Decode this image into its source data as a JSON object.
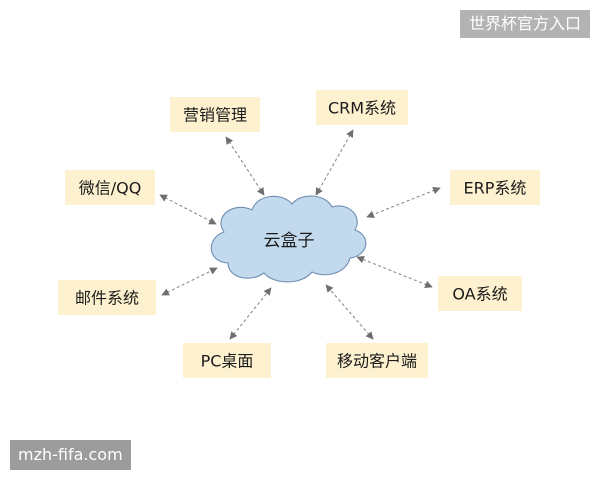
{
  "banner_text": "世界杯官方入口",
  "watermark_text": "mzh-fifa.com",
  "center": {
    "label": "云盒子"
  },
  "nodes": [
    {
      "id": "marketing",
      "label": "营销管理"
    },
    {
      "id": "crm",
      "label": "CRM系统"
    },
    {
      "id": "wechat-qq",
      "label": "微信/QQ"
    },
    {
      "id": "erp",
      "label": "ERP系统"
    },
    {
      "id": "mail",
      "label": "邮件系统"
    },
    {
      "id": "oa",
      "label": "OA系统"
    },
    {
      "id": "pc",
      "label": "PC桌面"
    },
    {
      "id": "mobile",
      "label": "移动客户端"
    }
  ],
  "colors": {
    "box_fill": "#fef1cf",
    "cloud_fill": "#c3d9ee",
    "arrow": "#8c8c8c"
  }
}
